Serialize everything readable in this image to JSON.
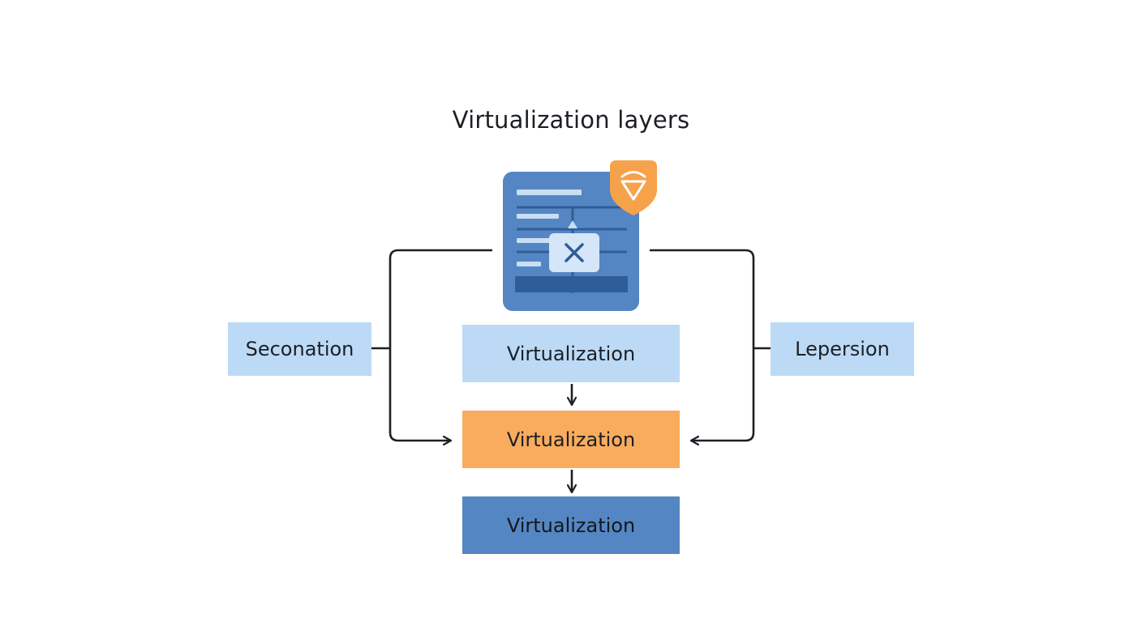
{
  "diagram": {
    "title": "Virtualization layers",
    "nodes": {
      "left": "Seconation",
      "right": "Lepersion",
      "layers": [
        "Virtualization",
        "Virtualization",
        "Virtualization"
      ]
    },
    "icons": {
      "main": "virtual-machine-window-icon",
      "badge": "shield-filter-icon",
      "center_mark": "close-x-icon"
    }
  },
  "colors": {
    "light_blue": "#bcdaf6",
    "orange": "#f9ac5d",
    "blue": "#5486c3",
    "line": "#1c1f24"
  }
}
